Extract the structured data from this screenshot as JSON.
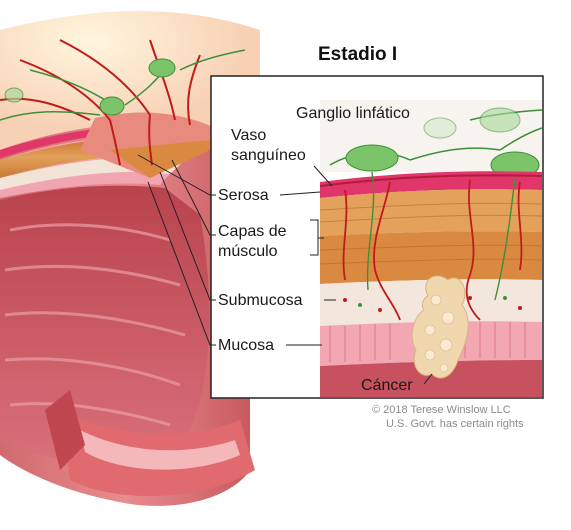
{
  "title": "Estadio I",
  "labels": {
    "lymph_node": "Ganglio linfático",
    "blood_vessel_line1": "Vaso",
    "blood_vessel_line2": "sanguíneo",
    "serosa": "Serosa",
    "muscle_line1": "Capas de",
    "muscle_line2": "músculo",
    "submucosa": "Submucosa",
    "mucosa": "Mucosa",
    "cancer": "Cáncer"
  },
  "credits": {
    "copyright": "© 2018 Terese Winslow LLC",
    "rights": "U.S. Govt. has certain rights"
  },
  "colors": {
    "serosa": "#e0366a",
    "muscle": "#d9863a",
    "submucosa": "#f3e6dc",
    "mucosa": "#f3a7b3",
    "lymph_node": "#7cc46a",
    "vessel": "#c21a1a",
    "tumor": "#f1d7ae"
  }
}
